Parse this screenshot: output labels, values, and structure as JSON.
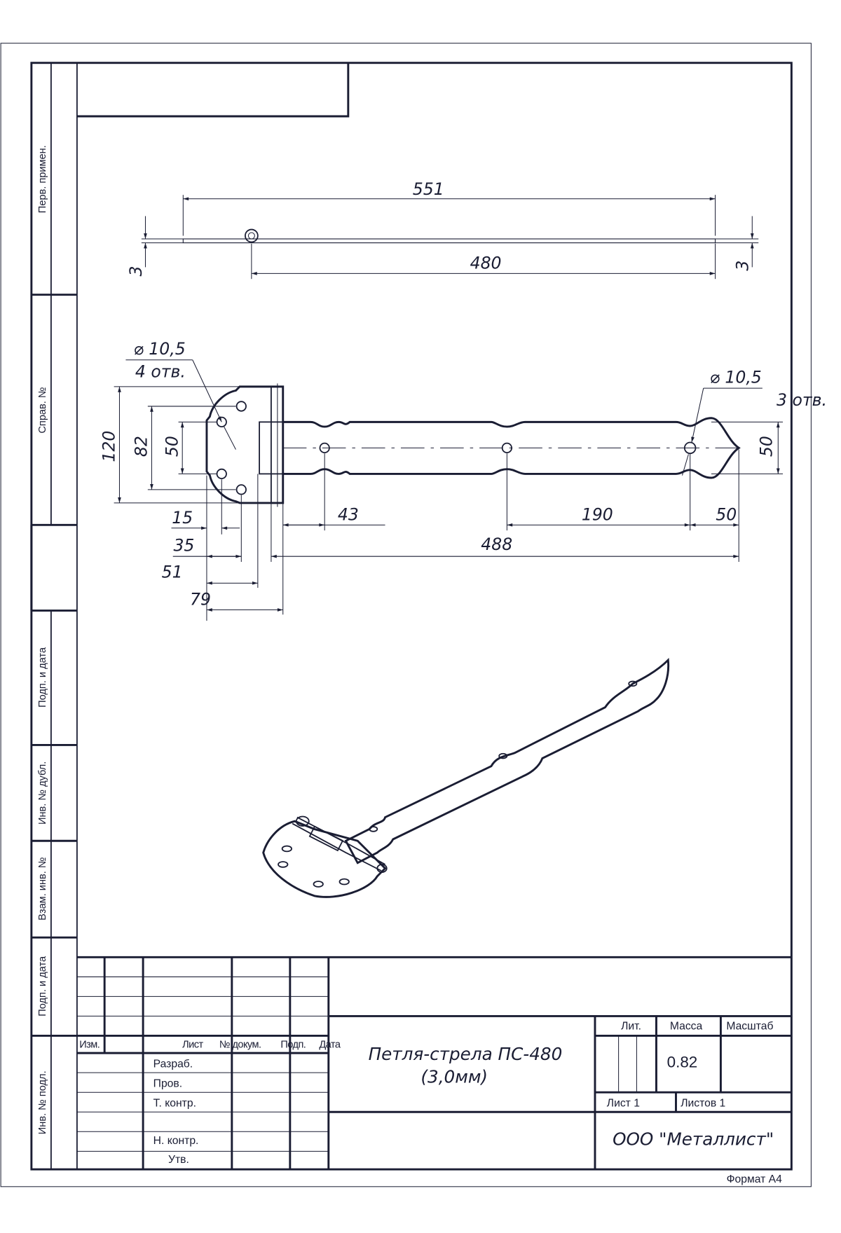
{
  "side_strip": {
    "perv_primen": "Перв. примен.",
    "sprav_no": "Справ. №",
    "podp_data_1": "Подп. и дата",
    "inv_dubl": "Инв. № дубл.",
    "vzam_inv": "Взам. инв. №",
    "podp_data_2": "Подп. и дата",
    "inv_podl": "Инв. № подл."
  },
  "top_view": {
    "dim_overall": "551",
    "dim_pin_to_end": "480",
    "dim_thickness_left": "3",
    "dim_thickness_right": "3"
  },
  "front_view": {
    "plate_hole_diameter": "⌀ 10,5",
    "plate_hole_count": "4 отв.",
    "strap_hole_diameter": "⌀ 10,5",
    "strap_hole_count": "3 отв.",
    "dim_plate_height": "120",
    "dim_outer_holes": "82",
    "dim_inner_holes": "50",
    "dim_strap_width": "50",
    "dim_15": "15",
    "dim_35": "35",
    "dim_51": "51",
    "dim_79": "79",
    "dim_43": "43",
    "dim_190": "190",
    "dim_tip_50": "50",
    "dim_488": "488"
  },
  "title_block": {
    "col_izm": "Изм.",
    "col_list": "Лист",
    "col_doc": "№ докум.",
    "col_podp": "Подп.",
    "col_data": "Дата",
    "row_razrab": "Разраб.",
    "row_prov": "Пров.",
    "row_tkontr": "Т. контр.",
    "row_nkontr": "Н. контр.",
    "row_utv": "Утв.",
    "name_line1": "Петля-стрела ПС-480",
    "name_line2": "(3,0мм)",
    "lit": "Лит.",
    "massa": "Масса",
    "masshtab": "Масштаб",
    "mass_value": "0.82",
    "sheet": "Лист 1",
    "sheets": "Листов 1",
    "company": "ООО \"Металлист\"",
    "format": "Формат А4"
  }
}
